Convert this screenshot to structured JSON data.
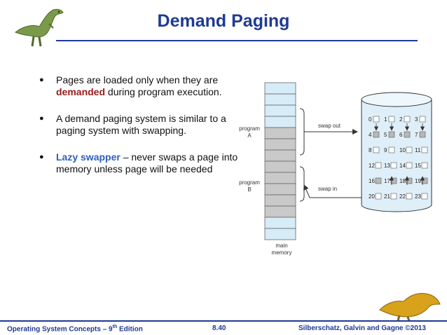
{
  "slide": {
    "title": "Demand Paging"
  },
  "bullets": [
    {
      "text_before": "Pages are loaded only when they are ",
      "highlight": "demanded",
      "highlight_color": "#9b1b1b",
      "text_after": " during program execution."
    },
    {
      "text_before": "A demand paging system is similar to a paging system with swapping.",
      "highlight": "",
      "text_after": ""
    },
    {
      "text_before": "",
      "highlight": "Lazy swapper",
      "highlight_color": "#2e5fc1",
      "text_after": " – never swaps a page into memory unless page will be needed"
    }
  ],
  "diagram": {
    "program_a": [
      "program",
      "A"
    ],
    "program_b": [
      "program",
      "B"
    ],
    "swap_out": "swap out",
    "swap_in": "swap in",
    "main_memory": [
      "main",
      "memory"
    ],
    "disk_pages": [
      [
        "0",
        "1",
        "2",
        "3"
      ],
      [
        "4",
        "5",
        "6",
        "7"
      ],
      [
        "8",
        "9",
        "10",
        "11"
      ],
      [
        "12",
        "13",
        "14",
        "15"
      ],
      [
        "16",
        "17",
        "18",
        "19"
      ],
      [
        "20",
        "21",
        "22",
        "23"
      ]
    ]
  },
  "footer": {
    "left": "Operating System Concepts – 9",
    "left_sup": "th",
    "left_after": " Edition",
    "center": "8.40",
    "right": "Silberschatz, Galvin and Gagne ©2013"
  },
  "colors": {
    "title": "#1f3a93",
    "memory_frame": "#d6ecf7",
    "memory_used": "#c9c9c9",
    "disk": "#dfeff9"
  }
}
